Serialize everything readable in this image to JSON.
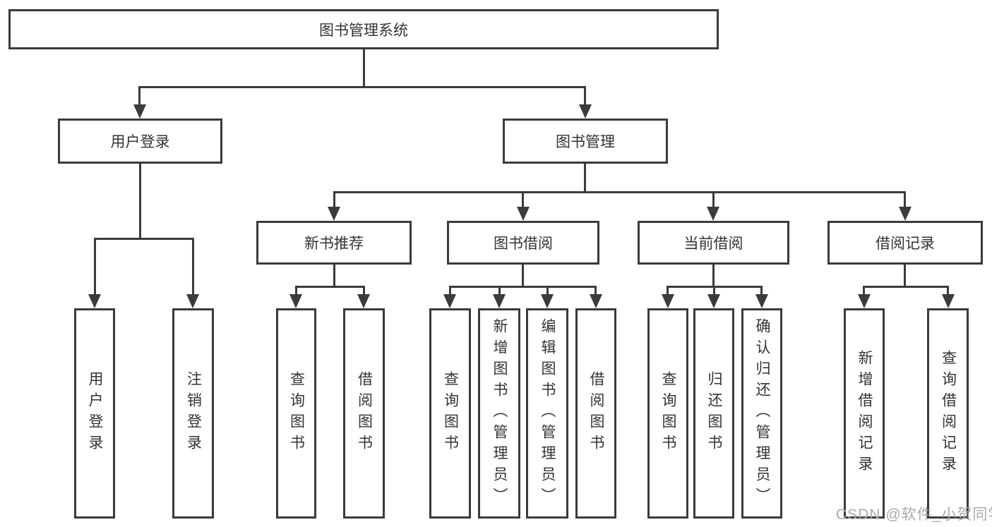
{
  "diagram": {
    "root": {
      "label": "图书管理系统"
    },
    "user_login": {
      "label": "用户登录",
      "children": [
        {
          "label": "用户登录"
        },
        {
          "label": "注销登录"
        }
      ]
    },
    "book_mgmt": {
      "label": "图书管理",
      "children": [
        {
          "label": "新书推荐",
          "children": [
            {
              "label": "查询图书"
            },
            {
              "label": "借阅图书"
            }
          ]
        },
        {
          "label": "图书借阅",
          "children": [
            {
              "label": "查询图书"
            },
            {
              "label": "新增图书（管理员）"
            },
            {
              "label": "编辑图书（管理员）"
            },
            {
              "label": "借阅图书"
            }
          ]
        },
        {
          "label": "当前借阅",
          "children": [
            {
              "label": "查询图书"
            },
            {
              "label": "归还图书"
            },
            {
              "label": "确认归还（管理员）"
            }
          ]
        },
        {
          "label": "借阅记录",
          "children": [
            {
              "label": "新增借阅记录"
            },
            {
              "label": "查询借阅记录"
            }
          ]
        }
      ]
    },
    "watermark": "CSDN @软件_小贺同学",
    "colors": {
      "line": "#3b3b3b",
      "text": "#333333",
      "watermark": "#aaaaaa",
      "background": "#ffffff"
    }
  }
}
